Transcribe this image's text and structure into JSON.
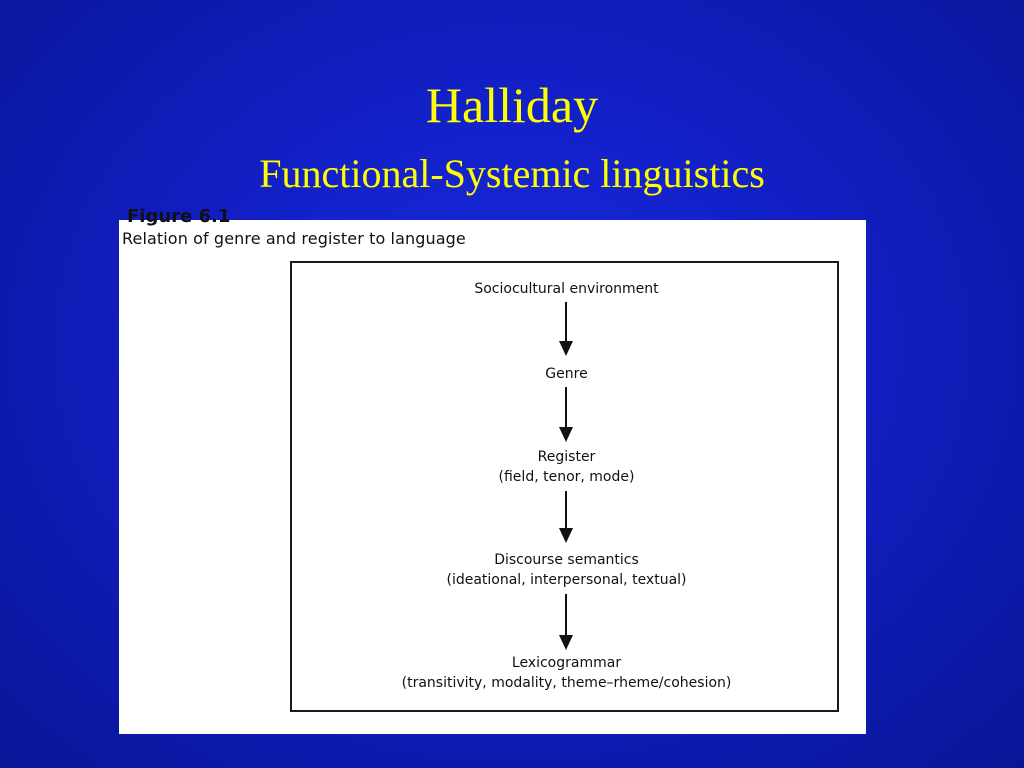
{
  "slide": {
    "title": "Halliday",
    "subtitle": "Functional-Systemic linguistics"
  },
  "figure": {
    "label": "Figure 6.1",
    "caption": "Relation of genre and register to language",
    "nodes": [
      {
        "line1": "Sociocultural environment",
        "line2": ""
      },
      {
        "line1": "Genre",
        "line2": ""
      },
      {
        "line1": "Register",
        "line2": "(field, tenor, mode)"
      },
      {
        "line1": "Discourse semantics",
        "line2": "(ideational, interpersonal, textual)"
      },
      {
        "line1": "Lexicogrammar",
        "line2": "(transitivity, modality, theme–rheme/cohesion)"
      }
    ]
  },
  "colors": {
    "background": "#1220c8",
    "title": "#ffff00",
    "figure_background": "#ffffff"
  }
}
